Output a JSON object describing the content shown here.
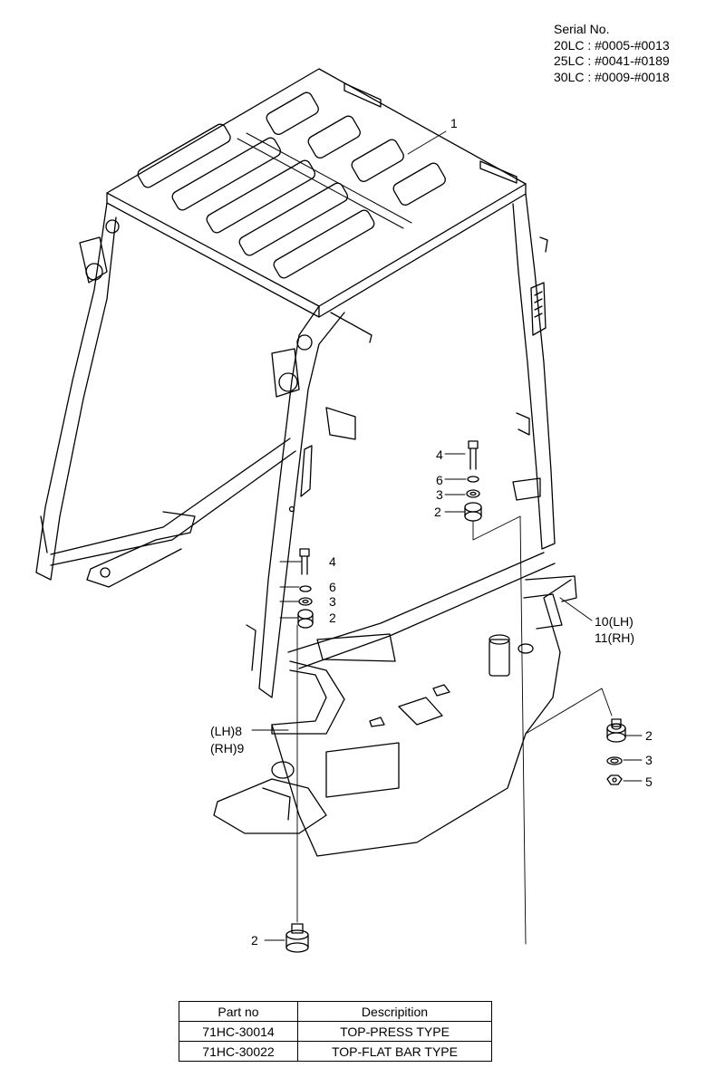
{
  "serial": {
    "title": "Serial No.",
    "lines": [
      "20LC : #0005-#0013",
      "25LC : #0041-#0189",
      "30LC : #0009-#0018"
    ]
  },
  "callouts": {
    "c1": "1",
    "c4a": "4",
    "c6a": "6",
    "c3a": "3",
    "c2a": "2",
    "c4b": "4",
    "c6b": "6",
    "c3b": "3",
    "c2b": "2",
    "c10": "10(LH)",
    "c11": "11(RH)",
    "c8": "(LH)8",
    "c9": "(RH)9",
    "c2c": "2",
    "c3c": "3",
    "c5c": "5",
    "c2d": "2"
  },
  "table": {
    "headers": [
      "Part no",
      "Descripition"
    ],
    "rows": [
      [
        "71HC-30014",
        "TOP-PRESS TYPE"
      ],
      [
        "71HC-30022",
        "TOP-FLAT BAR TYPE"
      ]
    ]
  }
}
